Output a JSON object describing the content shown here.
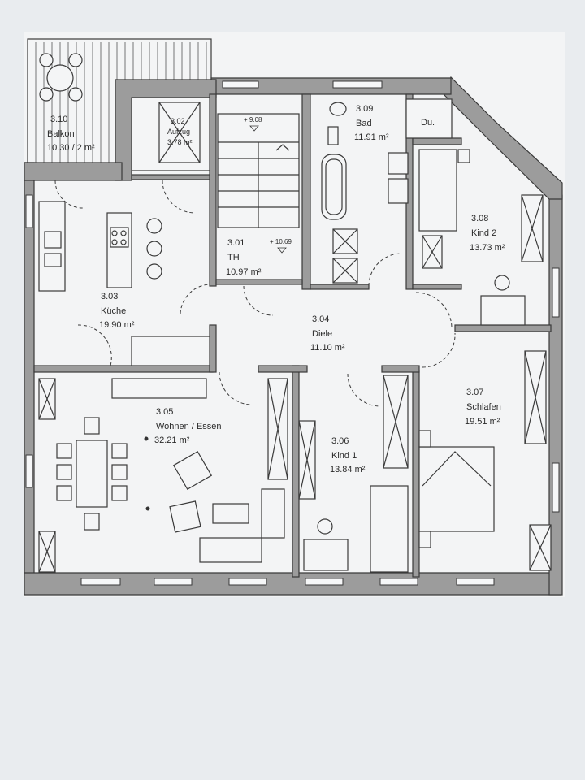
{
  "rooms": [
    {
      "id": "3.10",
      "name": "Balkon",
      "area": "10.30 / 2 m²"
    },
    {
      "id": "3.02",
      "name": "Aufzug",
      "area": "3.78 m²"
    },
    {
      "id": "3.09",
      "name": "Bad",
      "area": "11.91 m²"
    },
    {
      "id": "3.01",
      "name": "TH",
      "area": "10.97 m²"
    },
    {
      "id": "3.08",
      "name": "Kind 2",
      "area": "13.73 m²"
    },
    {
      "id": "3.03",
      "name": "Küche",
      "area": "19.90 m²"
    },
    {
      "id": "3.04",
      "name": "Diele",
      "area": "11.10 m²"
    },
    {
      "id": "3.05",
      "name": "Wohnen / Essen",
      "area": "32.21 m²"
    },
    {
      "id": "3.07",
      "name": "Schlafen",
      "area": "19.51 m²"
    },
    {
      "id": "3.06",
      "name": "Kind 1",
      "area": "13.84 m²"
    }
  ],
  "annotations": {
    "shower": "Du.",
    "level_upper": "+ 9.08",
    "level_lower": "+ 10.69"
  }
}
